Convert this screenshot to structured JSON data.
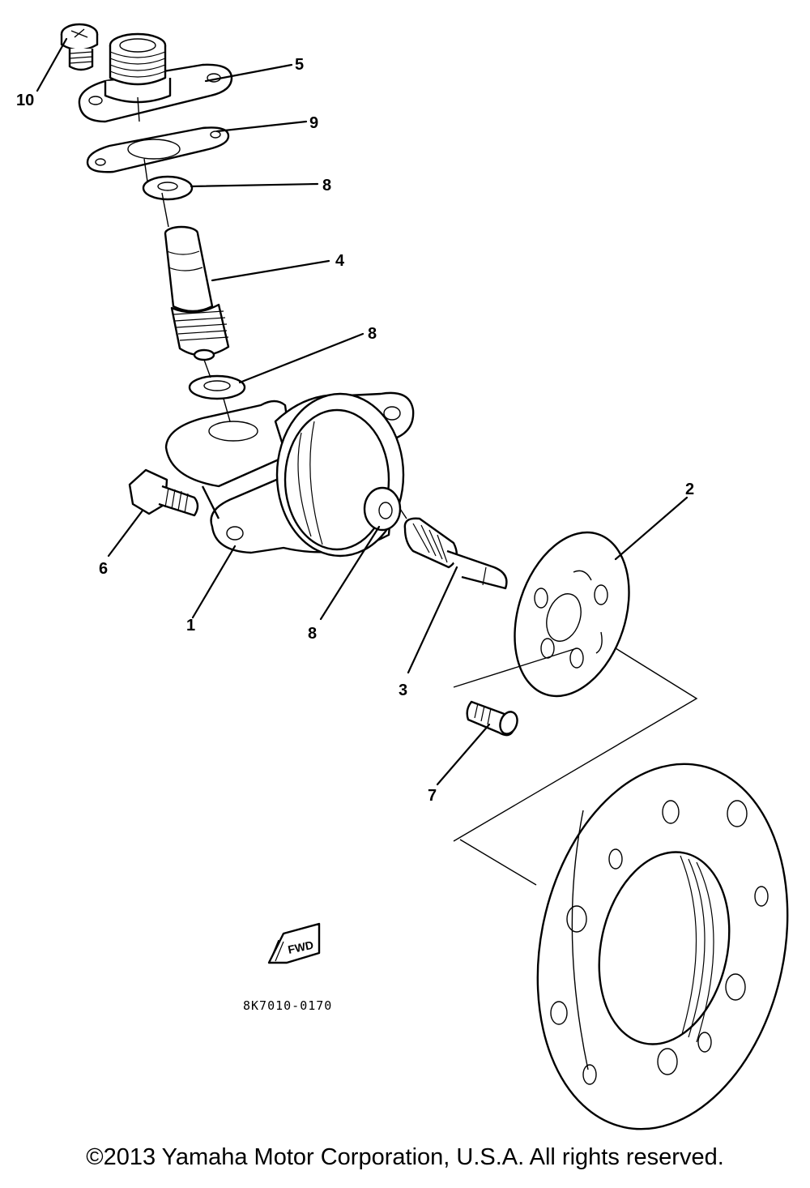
{
  "diagram": {
    "callouts": [
      {
        "id": "c10",
        "text": "10"
      },
      {
        "id": "c5",
        "text": "5"
      },
      {
        "id": "c9",
        "text": "9"
      },
      {
        "id": "c8a",
        "text": "8"
      },
      {
        "id": "c4",
        "text": "4"
      },
      {
        "id": "c8b",
        "text": "8"
      },
      {
        "id": "c2",
        "text": "2"
      },
      {
        "id": "c6",
        "text": "6"
      },
      {
        "id": "c1",
        "text": "1"
      },
      {
        "id": "c8c",
        "text": "8"
      },
      {
        "id": "c3",
        "text": "3"
      },
      {
        "id": "c7",
        "text": "7"
      }
    ],
    "fwd_mark": "FWD",
    "drawing_code": "8K7010-0170"
  },
  "footer": {
    "copyright": "©2013 Yamaha Motor Corporation, U.S.A. All rights reserved."
  }
}
